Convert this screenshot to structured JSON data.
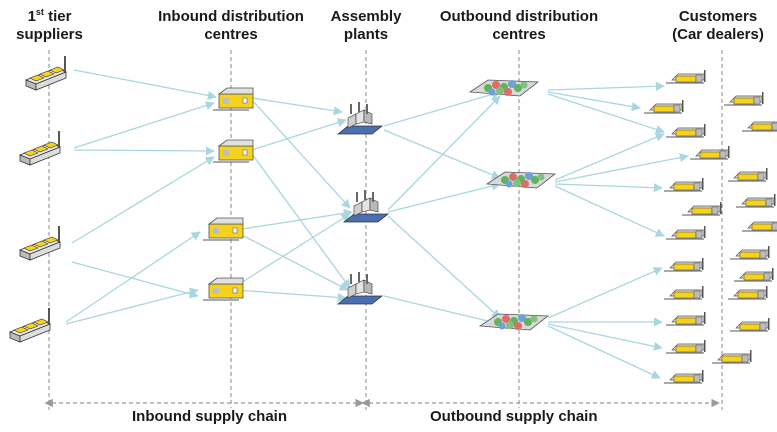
{
  "headers": {
    "suppliers": {
      "line1_prefix": "1",
      "line1_sup": "st",
      "line1_suffix": " tier",
      "line2": "suppliers"
    },
    "inbound_dc": {
      "line1": "Inbound distribution",
      "line2": "centres"
    },
    "assembly": {
      "line1": "Assembly",
      "line2": "plants"
    },
    "outbound_dc": {
      "line1": "Outbound distribution",
      "line2": "centres"
    },
    "customers": {
      "line1": "Customers",
      "line2": "(Car dealers)"
    }
  },
  "chains": {
    "inbound": "Inbound supply chain",
    "outbound": "Outbound supply chain"
  },
  "colors": {
    "arrow": "#a9d6e0",
    "dash": "#888888",
    "building_yellow": "#f5d21c",
    "plant_blue": "#4a6fb0",
    "hub_green": "#5cb55c"
  }
}
